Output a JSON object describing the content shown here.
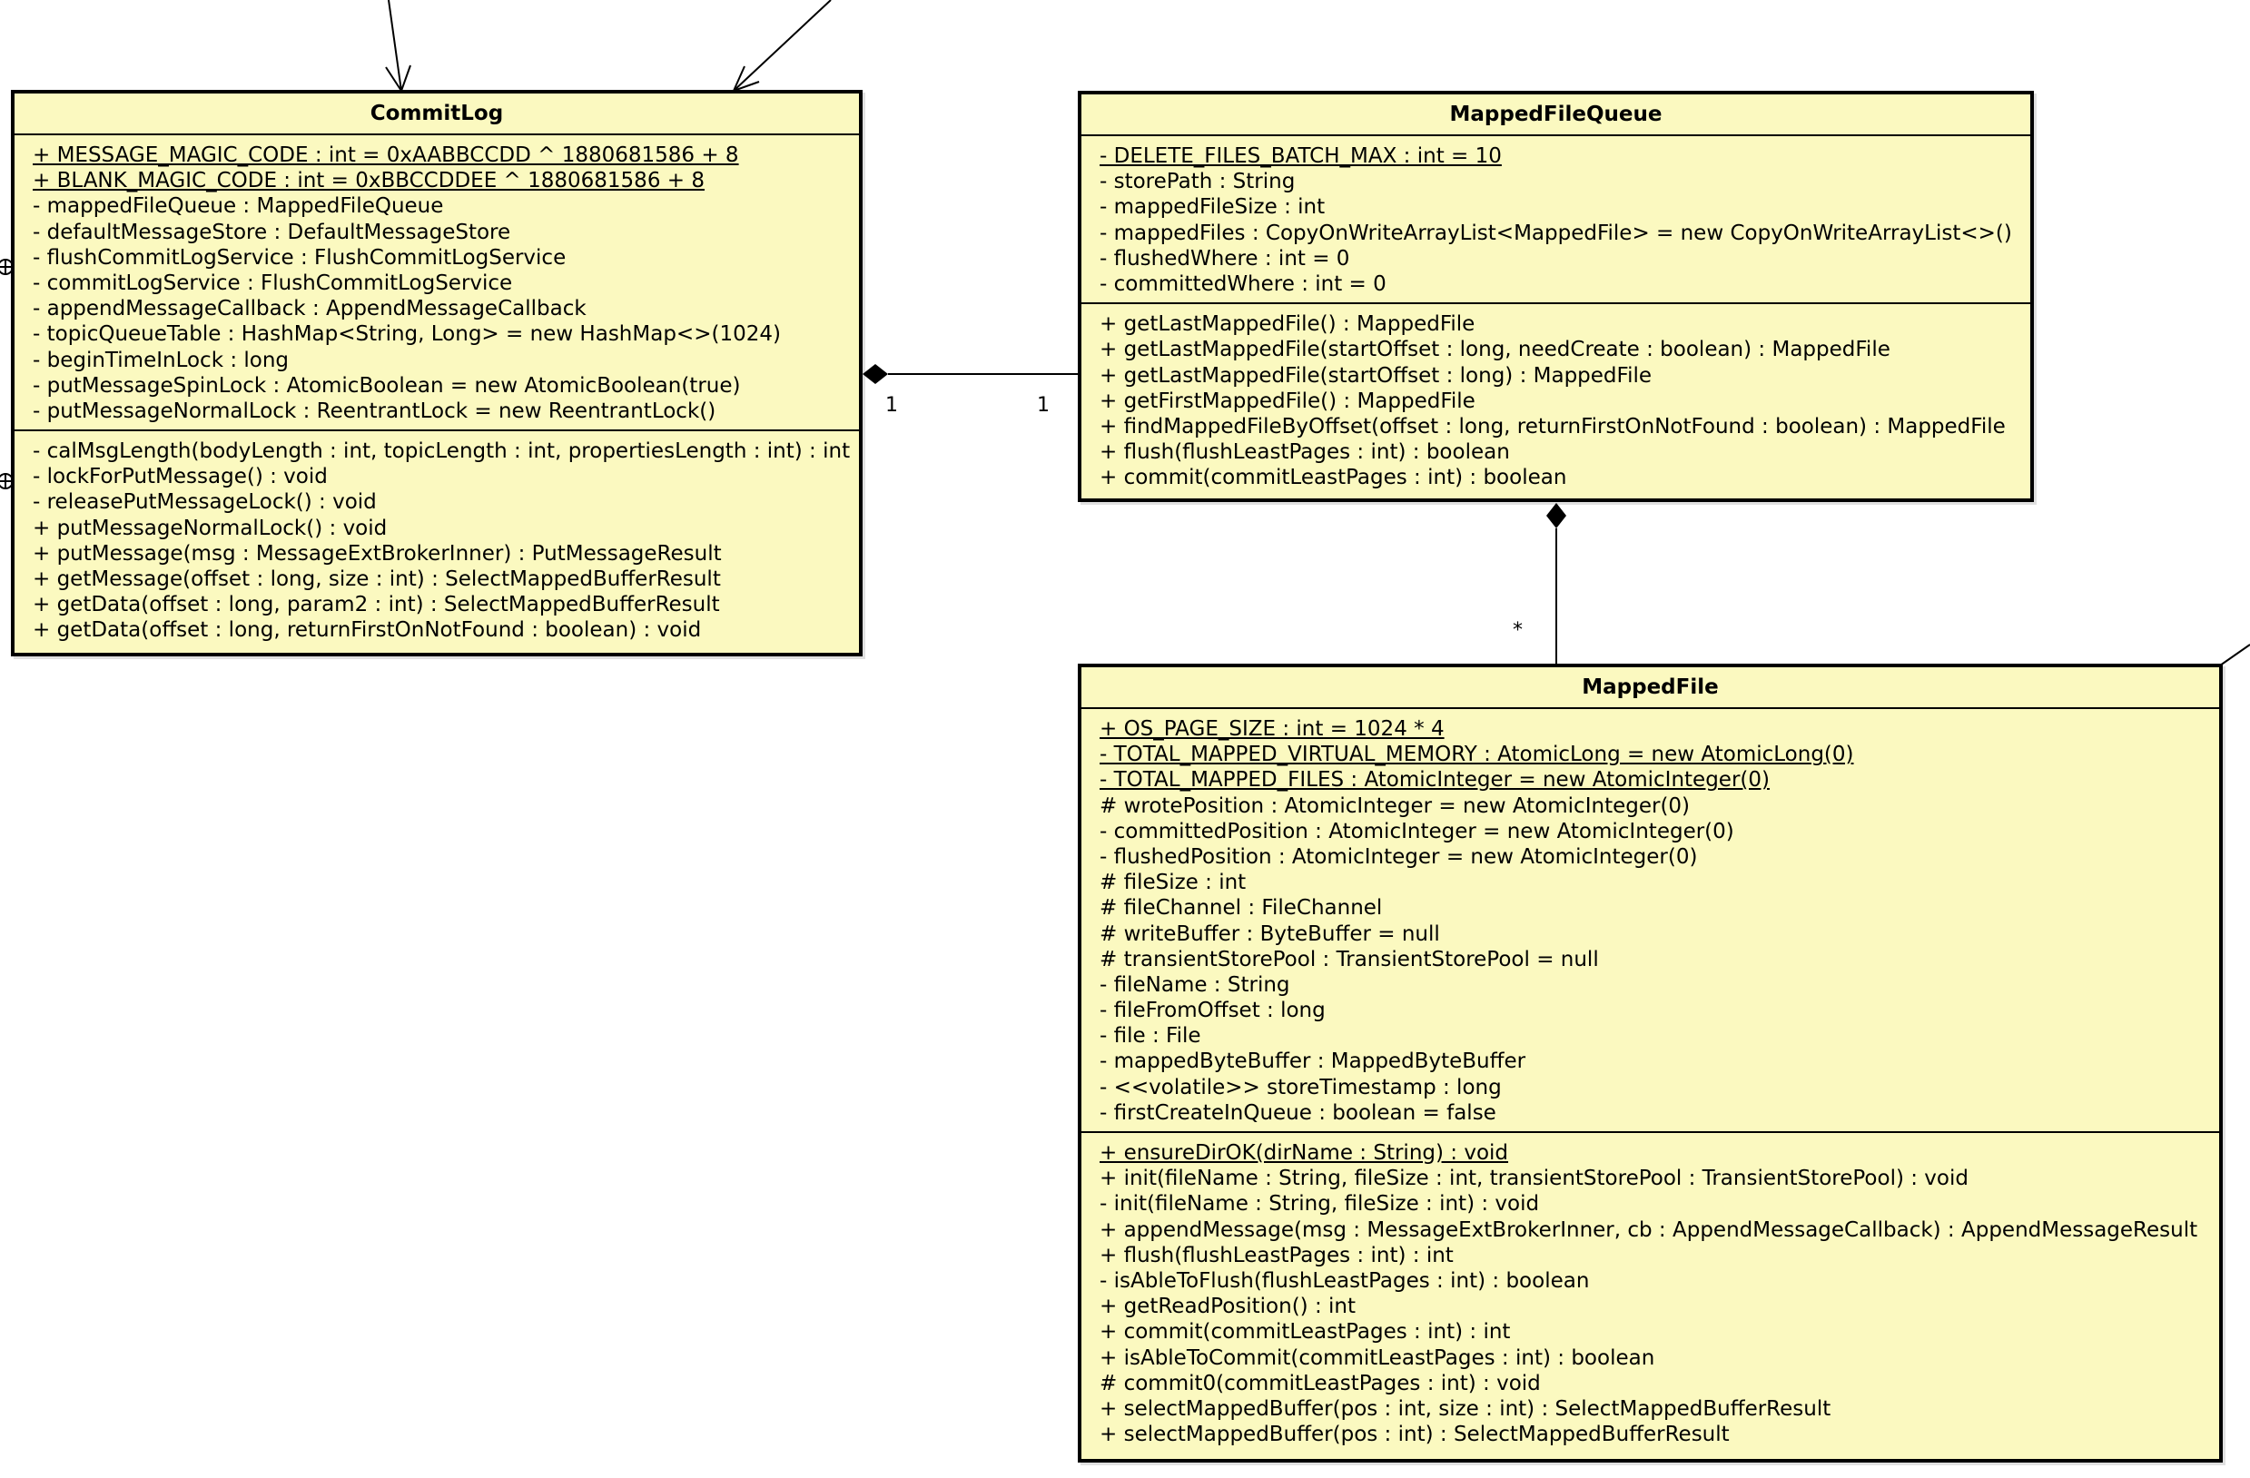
{
  "diagram": {
    "classes": [
      {
        "id": "commitlog",
        "name": "CommitLog",
        "attributes": [
          {
            "text": "+ MESSAGE_MAGIC_CODE : int = 0xAABBCCDD ^ 1880681586 + 8",
            "static": true
          },
          {
            "text": "+ BLANK_MAGIC_CODE : int = 0xBBCCDDEE ^ 1880681586 + 8",
            "static": true
          },
          {
            "text": "- mappedFileQueue : MappedFileQueue",
            "static": false
          },
          {
            "text": "- defaultMessageStore : DefaultMessageStore",
            "static": false
          },
          {
            "text": "- flushCommitLogService : FlushCommitLogService",
            "static": false
          },
          {
            "text": "- commitLogService : FlushCommitLogService",
            "static": false
          },
          {
            "text": "- appendMessageCallback : AppendMessageCallback",
            "static": false
          },
          {
            "text": "- topicQueueTable : HashMap<String, Long> = new HashMap<>(1024)",
            "static": false
          },
          {
            "text": "- beginTimeInLock : long",
            "static": false
          },
          {
            "text": "- putMessageSpinLock : AtomicBoolean = new AtomicBoolean(true)",
            "static": false
          },
          {
            "text": "- putMessageNormalLock : ReentrantLock = new ReentrantLock()",
            "static": false
          }
        ],
        "operations": [
          {
            "text": "- calMsgLength(bodyLength : int, topicLength : int, propertiesLength : int) : int",
            "static": false
          },
          {
            "text": "- lockForPutMessage() : void",
            "static": false
          },
          {
            "text": "- releasePutMessageLock() : void",
            "static": false
          },
          {
            "text": "+ putMessageNormalLock() : void",
            "static": false
          },
          {
            "text": "+ putMessage(msg : MessageExtBrokerInner) : PutMessageResult",
            "static": false
          },
          {
            "text": "+ getMessage(offset : long, size : int) : SelectMappedBufferResult",
            "static": false
          },
          {
            "text": "+ getData(offset : long, param2 : int) : SelectMappedBufferResult",
            "static": false
          },
          {
            "text": "+ getData(offset : long, returnFirstOnNotFound : boolean) : void",
            "static": false
          }
        ]
      },
      {
        "id": "mappedfilequeue",
        "name": "MappedFileQueue",
        "attributes": [
          {
            "text": "- DELETE_FILES_BATCH_MAX : int = 10",
            "static": true
          },
          {
            "text": "- storePath : String",
            "static": false
          },
          {
            "text": "- mappedFileSize : int",
            "static": false
          },
          {
            "text": "- mappedFiles : CopyOnWriteArrayList<MappedFile> = new CopyOnWriteArrayList<>()",
            "static": false
          },
          {
            "text": "- flushedWhere : int = 0",
            "static": false
          },
          {
            "text": "- committedWhere : int = 0",
            "static": false
          }
        ],
        "operations": [
          {
            "text": "+ getLastMappedFile() : MappedFile",
            "static": false
          },
          {
            "text": "+ getLastMappedFile(startOffset : long, needCreate : boolean) : MappedFile",
            "static": false
          },
          {
            "text": "+ getLastMappedFile(startOffset : long) : MappedFile",
            "static": false
          },
          {
            "text": "+ getFirstMappedFile() : MappedFile",
            "static": false
          },
          {
            "text": "+ findMappedFileByOffset(offset : long, returnFirstOnNotFound : boolean) : MappedFile",
            "static": false
          },
          {
            "text": "+ flush(flushLeastPages : int) : boolean",
            "static": false
          },
          {
            "text": "+ commit(commitLeastPages : int) : boolean",
            "static": false
          }
        ]
      },
      {
        "id": "mappedfile",
        "name": "MappedFile",
        "attributes": [
          {
            "text": "+ OS_PAGE_SIZE : int = 1024 * 4",
            "static": true
          },
          {
            "text": "- TOTAL_MAPPED_VIRTUAL_MEMORY : AtomicLong = new AtomicLong(0)",
            "static": true
          },
          {
            "text": "- TOTAL_MAPPED_FILES : AtomicInteger = new AtomicInteger(0)",
            "static": true
          },
          {
            "text": "# wrotePosition : AtomicInteger = new AtomicInteger(0)",
            "static": false
          },
          {
            "text": "- committedPosition : AtomicInteger = new AtomicInteger(0)",
            "static": false
          },
          {
            "text": "- flushedPosition : AtomicInteger = new AtomicInteger(0)",
            "static": false
          },
          {
            "text": "# fileSize : int",
            "static": false
          },
          {
            "text": "# fileChannel : FileChannel",
            "static": false
          },
          {
            "text": "# writeBuffer : ByteBuffer = null",
            "static": false
          },
          {
            "text": "# transientStorePool : TransientStorePool = null",
            "static": false
          },
          {
            "text": "- fileName : String",
            "static": false
          },
          {
            "text": "- fileFromOffset : long",
            "static": false
          },
          {
            "text": "- file : File",
            "static": false
          },
          {
            "text": "- mappedByteBuffer : MappedByteBuffer",
            "static": false
          },
          {
            "text": "- <<volatile>> storeTimestamp : long",
            "static": false
          },
          {
            "text": "- firstCreateInQueue : boolean = false",
            "static": false
          }
        ],
        "operations": [
          {
            "text": "+ ensureDirOK(dirName : String) : void",
            "static": true
          },
          {
            "text": "+ init(fileName : String, fileSize : int, transientStorePool : TransientStorePool) : void",
            "static": false
          },
          {
            "text": "- init(fileName : String, fileSize : int) : void",
            "static": false
          },
          {
            "text": "+ appendMessage(msg : MessageExtBrokerInner, cb : AppendMessageCallback) : AppendMessageResult",
            "static": false
          },
          {
            "text": "+ flush(flushLeastPages : int) : int",
            "static": false
          },
          {
            "text": "- isAbleToFlush(flushLeastPages : int) : boolean",
            "static": false
          },
          {
            "text": "+ getReadPosition() : int",
            "static": false
          },
          {
            "text": "+ commit(commitLeastPages : int) : int",
            "static": false
          },
          {
            "text": "+ isAbleToCommit(commitLeastPages : int) : boolean",
            "static": false
          },
          {
            "text": "# commit0(commitLeastPages : int) : void",
            "static": false
          },
          {
            "text": "+ selectMappedBuffer(pos : int, size : int) : SelectMappedBufferResult",
            "static": false
          },
          {
            "text": "+ selectMappedBuffer(pos : int) : SelectMappedBufferResult",
            "static": false
          }
        ]
      }
    ],
    "relations": [
      {
        "type": "composition",
        "whole": "CommitLog",
        "part": "MappedFileQueue",
        "whole_multiplicity": "1",
        "part_multiplicity": "1"
      },
      {
        "type": "composition",
        "whole": "MappedFileQueue",
        "part": "MappedFile",
        "part_multiplicity": "*"
      }
    ]
  }
}
